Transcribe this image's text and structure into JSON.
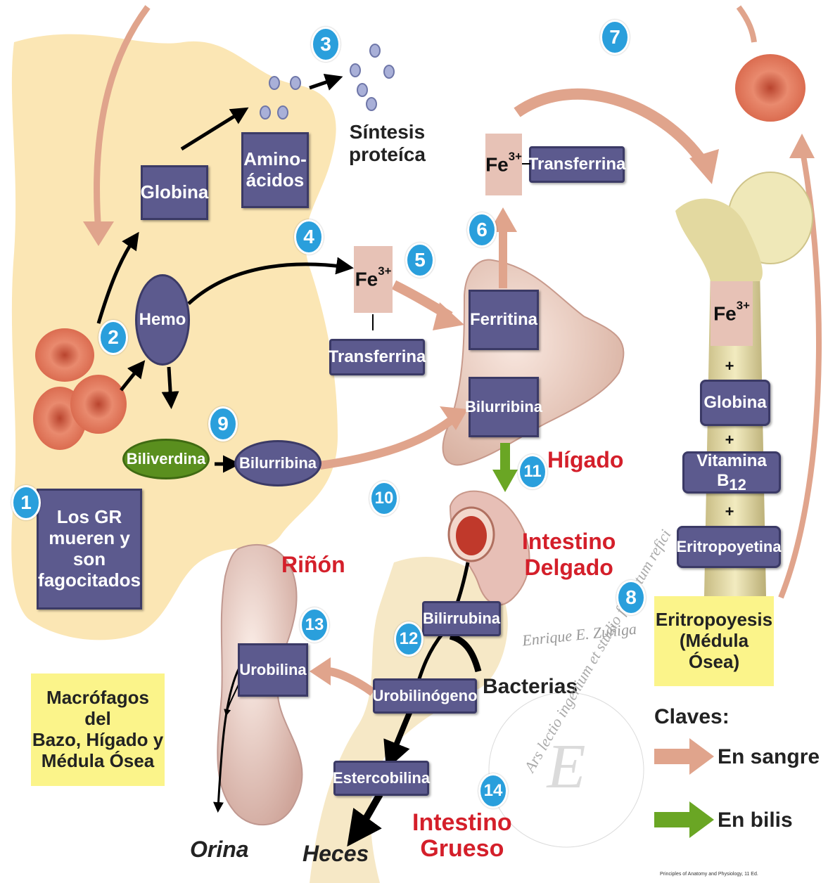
{
  "labels": {
    "globina": "Globina",
    "aminoacidos": "Amino-\nácidos",
    "sintesis": "Síntesis\nproteíca",
    "hemo": "Hemo",
    "fe_symbol": "Fe",
    "fe_charge": "3+",
    "transferrina": "Transferrina",
    "ferritina": "Ferritina",
    "bilurribina_liver": "Bilurribina",
    "biliverdina": "Biliverdina",
    "bilurribina": "Bilurribina",
    "higado": "Hígado",
    "intestino_delgado": "Intestino\nDelgado",
    "rinon": "Riñón",
    "urobilina": "Urobilina",
    "bilirrubina_int": "Bilirrubina",
    "urobilinogeno": "Urobilinógeno",
    "bacterias": "Bacterias",
    "estercobilina": "Estercobilina",
    "orina": "Orina",
    "heces": "Heces",
    "intestino_grueso": "Intestino\nGrueso",
    "gr_box": "Los GR\nmueren y son\nfagocitados",
    "macrofagos": "Macrófagos del\nBazo, Hígado y\nMédula Ósea",
    "globina_bone": "Globina",
    "vitamina": "Vitamina B",
    "vitamina_sub": "12",
    "eritropoyetina": "Eritropoyetina",
    "eritropoyesis": "Eritropoyesis\n(Médula Ósea)",
    "plus": "+",
    "claves": "Claves:",
    "en_sangre": "En sangre",
    "en_bilis": "En bilis",
    "watermark_signature": "Enrique E. Zuñiga",
    "watermark_motto": "Ars lectio ingenium et studio fatigatum refici",
    "citation": "Principles of Anatomy and Physiology, 11 Ed."
  },
  "step_numbers": [
    "1",
    "2",
    "3",
    "4",
    "5",
    "6",
    "7",
    "8",
    "9",
    "10",
    "11",
    "12",
    "13",
    "14"
  ],
  "colors": {
    "macrophage": "#fbe6b4",
    "box": "#5c5a8e",
    "fe_box": "#e7c2b6",
    "blood_arrow": "#e0a48c",
    "bile_arrow": "#6aa624",
    "step_circle": "#2a9fdc",
    "red_label": "#d41f2a",
    "biliverdina": "#5a8f1e",
    "key_box": "#fbf48a",
    "rbc": "#e07a5f"
  }
}
